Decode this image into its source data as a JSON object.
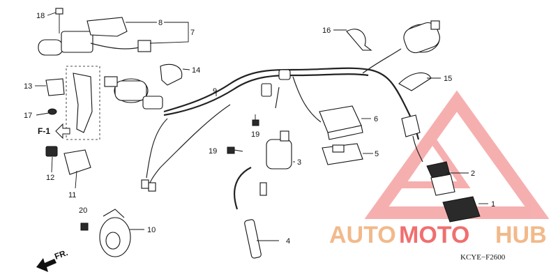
{
  "diagram": {
    "code": "KCYE−F2600",
    "arrow_front": "FR.",
    "arrow_ref": "F-1"
  },
  "labels": {
    "p1": "1",
    "p2": "2",
    "p3": "3",
    "p4": "4",
    "p5": "5",
    "p6": "6",
    "p7": "7",
    "p8": "8",
    "p9": "9",
    "p10": "10",
    "p11": "11",
    "p12": "12",
    "p13": "13",
    "p14": "14",
    "p15": "15",
    "p16": "16",
    "p17": "17",
    "p18": "18",
    "p19a": "19",
    "p19b": "19",
    "p20": "20"
  },
  "watermark": {
    "text_part1": "AUTO",
    "text_part2": "MOTO",
    "text_part3": "HUB",
    "color_main": "#f2b98a",
    "color_accent": "#f06f6f"
  }
}
